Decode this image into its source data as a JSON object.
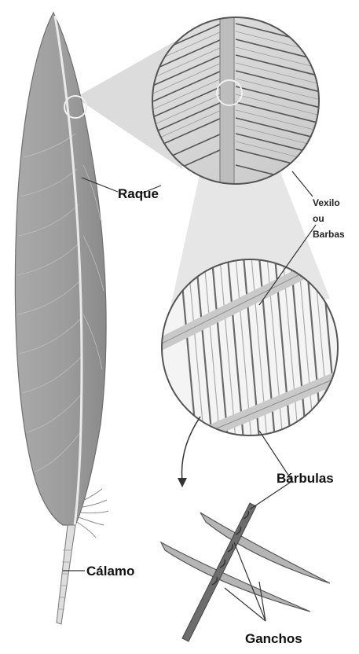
{
  "labels": {
    "rachis": "Raque",
    "vane_line1": "Vexilo",
    "vane_line2": "ou",
    "vane_line3": "Barbas",
    "barbules": "Bárbulas",
    "calamus": "Cálamo",
    "hooks": "Ganchos"
  }
}
